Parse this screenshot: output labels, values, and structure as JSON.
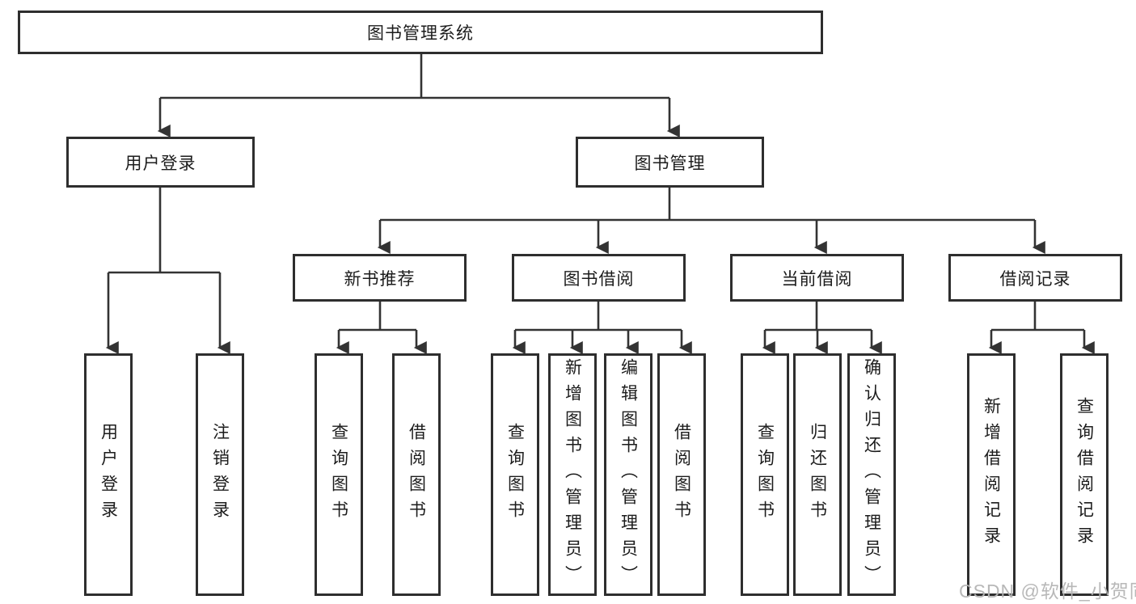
{
  "diagram": {
    "title": "图书管理系统",
    "nodes": {
      "root": "图书管理系统",
      "user_login": "用户登录",
      "book_mgmt": "图书管理",
      "new_book_rec": "新书推荐",
      "book_borrow": "图书借阅",
      "current_borrow": "当前借阅",
      "borrow_records": "借阅记录",
      "leaf_user_login": "用户登录",
      "leaf_logout": "注销登录",
      "leaf_rec_query": "查询图书",
      "leaf_rec_borrow": "借阅图书",
      "leaf_bb_query": "查询图书",
      "leaf_bb_add": "新增图书（管理员）",
      "leaf_bb_edit": "编辑图书（管理员）",
      "leaf_bb_borrow": "借阅图书",
      "leaf_cb_query": "查询图书",
      "leaf_cb_return": "归还图书",
      "leaf_cb_confirm": "确认归还（管理员）",
      "leaf_br_add": "新增借阅记录",
      "leaf_br_query": "查询借阅记录"
    },
    "edges": [
      [
        "图书管理系统",
        "用户登录"
      ],
      [
        "图书管理系统",
        "图书管理"
      ],
      [
        "用户登录",
        "用户登录(叶)"
      ],
      [
        "用户登录",
        "注销登录"
      ],
      [
        "图书管理",
        "新书推荐"
      ],
      [
        "图书管理",
        "图书借阅"
      ],
      [
        "图书管理",
        "当前借阅"
      ],
      [
        "图书管理",
        "借阅记录"
      ],
      [
        "新书推荐",
        "查询图书"
      ],
      [
        "新书推荐",
        "借阅图书"
      ],
      [
        "图书借阅",
        "查询图书"
      ],
      [
        "图书借阅",
        "新增图书（管理员）"
      ],
      [
        "图书借阅",
        "编辑图书（管理员）"
      ],
      [
        "图书借阅",
        "借阅图书"
      ],
      [
        "当前借阅",
        "查询图书"
      ],
      [
        "当前借阅",
        "归还图书"
      ],
      [
        "当前借阅",
        "确认归还（管理员）"
      ],
      [
        "借阅记录",
        "新增借阅记录"
      ],
      [
        "借阅记录",
        "查询借阅记录"
      ]
    ],
    "colors": {
      "line": "#333333",
      "box_border": "#2e2e2e",
      "text": "#1c1c1c",
      "background": "#ffffff",
      "watermark": "#b5b5b5"
    }
  },
  "watermark": {
    "text": "CSDN @软件_小贺同学"
  }
}
